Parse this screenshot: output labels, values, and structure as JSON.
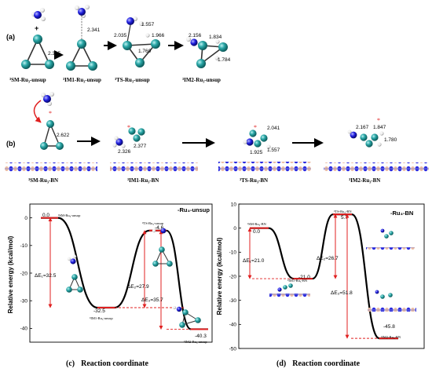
{
  "panel_a": {
    "label": "(a)",
    "plus": "+",
    "structures": [
      {
        "label": "³SM-Ru₃-unsup",
        "bonds": [
          "2.395"
        ]
      },
      {
        "label": "³IM1-Ru₃-unsup",
        "bonds": [
          "2.341"
        ]
      },
      {
        "label": "³TS-Ru₃-unsup",
        "bonds": [
          "2.035",
          "1.557",
          "1.966",
          "1.760"
        ]
      },
      {
        "label": "³IM2-Ru₃-unsup",
        "bonds": [
          "2.156",
          "1.834",
          "1.784"
        ]
      }
    ]
  },
  "panel_b": {
    "label": "(b)",
    "structures": [
      {
        "label": "³SM-Ru₃-BN",
        "bonds": [
          "2.622"
        ]
      },
      {
        "label": "³IM1-Ru₃-BN",
        "bonds": [
          "2.326",
          "2.377"
        ]
      },
      {
        "label": "³TS-Ru₃-BN",
        "bonds": [
          "2.041",
          "1.925",
          "1.557"
        ]
      },
      {
        "label": "³IM2-Ru₃-BN",
        "bonds": [
          "2.167",
          "1.847",
          "1.780"
        ]
      }
    ]
  },
  "chart_data": [
    {
      "type": "line",
      "title": "-Ru₃-unsup",
      "ylabel": "Relative energy  (kcal/mol)",
      "xlabel": "Reaction coordinate",
      "caption_prefix": "(c)",
      "ylim": [
        -45,
        5
      ],
      "yticks": [
        0,
        -10,
        -20,
        -30,
        -40
      ],
      "points": [
        {
          "name": "³SM-Ru₃-unsup",
          "energy": 0.0,
          "value_label": "0.0"
        },
        {
          "name": "³IM1-Ru₃-unsup",
          "energy": -32.5,
          "value_label": "-32.5"
        },
        {
          "name": "³TS-Ru₃-unsup",
          "energy": -4.6,
          "value_label": "-4.6"
        },
        {
          "name": "³IM2-Ru₃-unsup",
          "energy": -40.3,
          "value_label": "-40.3"
        }
      ],
      "annotations": [
        "ΔE₁=32.5",
        "ΔE₂=27.9",
        "ΔE₃=35.7"
      ]
    },
    {
      "type": "line",
      "title": "-Ru₃-BN",
      "ylabel": "Relative energy  (kcal/mol)",
      "xlabel": "Reaction coordinate",
      "caption_prefix": "(d)",
      "ylim": [
        -50,
        10
      ],
      "yticks": [
        10,
        0,
        -10,
        -20,
        -30,
        -40,
        -50
      ],
      "points": [
        {
          "name": "³SM-Ru₃-BN",
          "energy": 0.0,
          "value_label": "0.0"
        },
        {
          "name": "³IM1-Ru₃-BN",
          "energy": -21.0,
          "value_label": "-21.0"
        },
        {
          "name": "³TS-Ru₃-BN",
          "energy": 5.7,
          "value_label": "5.7"
        },
        {
          "name": "³IM2-Ru₃-BN",
          "energy": -45.8,
          "value_label": "-45.8"
        }
      ],
      "annotations": [
        "ΔE₁=21.0",
        "ΔE₂=26.7",
        "ΔE₃=51.8"
      ]
    }
  ],
  "colors": {
    "ru": "#1f8f8f",
    "n": "#1a1ad8",
    "h": "#e8e8e8",
    "accent": "#e02020",
    "boron": "#e8b89a"
  }
}
